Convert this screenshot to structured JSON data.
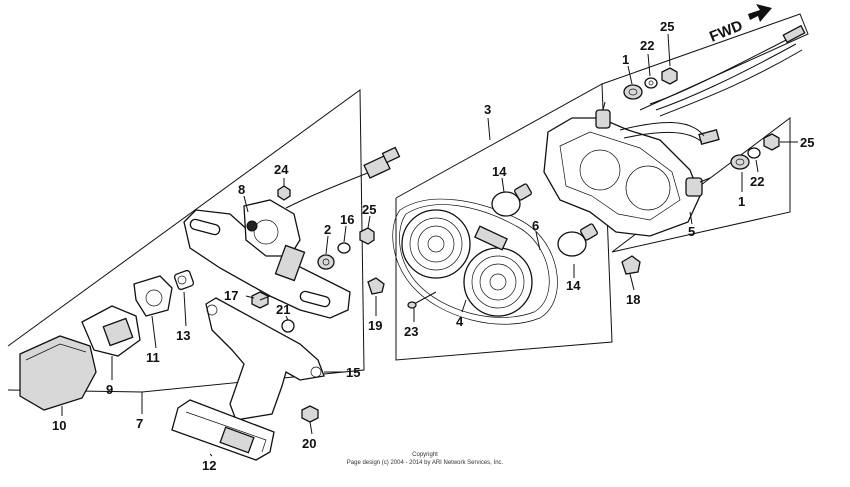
{
  "diagram": {
    "direction_label": "FWD",
    "copyright_line1": "Copyright",
    "copyright_line2": "Page design (c) 2004 - 2014 by ARI Network Services, Inc.",
    "callouts": {
      "c1a": "1",
      "c22a": "22",
      "c25a": "25",
      "c3": "3",
      "c14a": "14",
      "c6": "6",
      "c14b": "14",
      "c5": "5",
      "c25b": "25",
      "c22b": "22",
      "c1b": "1",
      "c18": "18",
      "c23": "23",
      "c4": "4",
      "c24": "24",
      "c8": "8",
      "c2": "2",
      "c16": "16",
      "c25c": "25",
      "c17": "17",
      "c21": "21",
      "c19": "19",
      "c13": "13",
      "c11": "11",
      "c9": "9",
      "c10": "10",
      "c7": "7",
      "c15": "15",
      "c12": "12",
      "c20": "20"
    }
  }
}
